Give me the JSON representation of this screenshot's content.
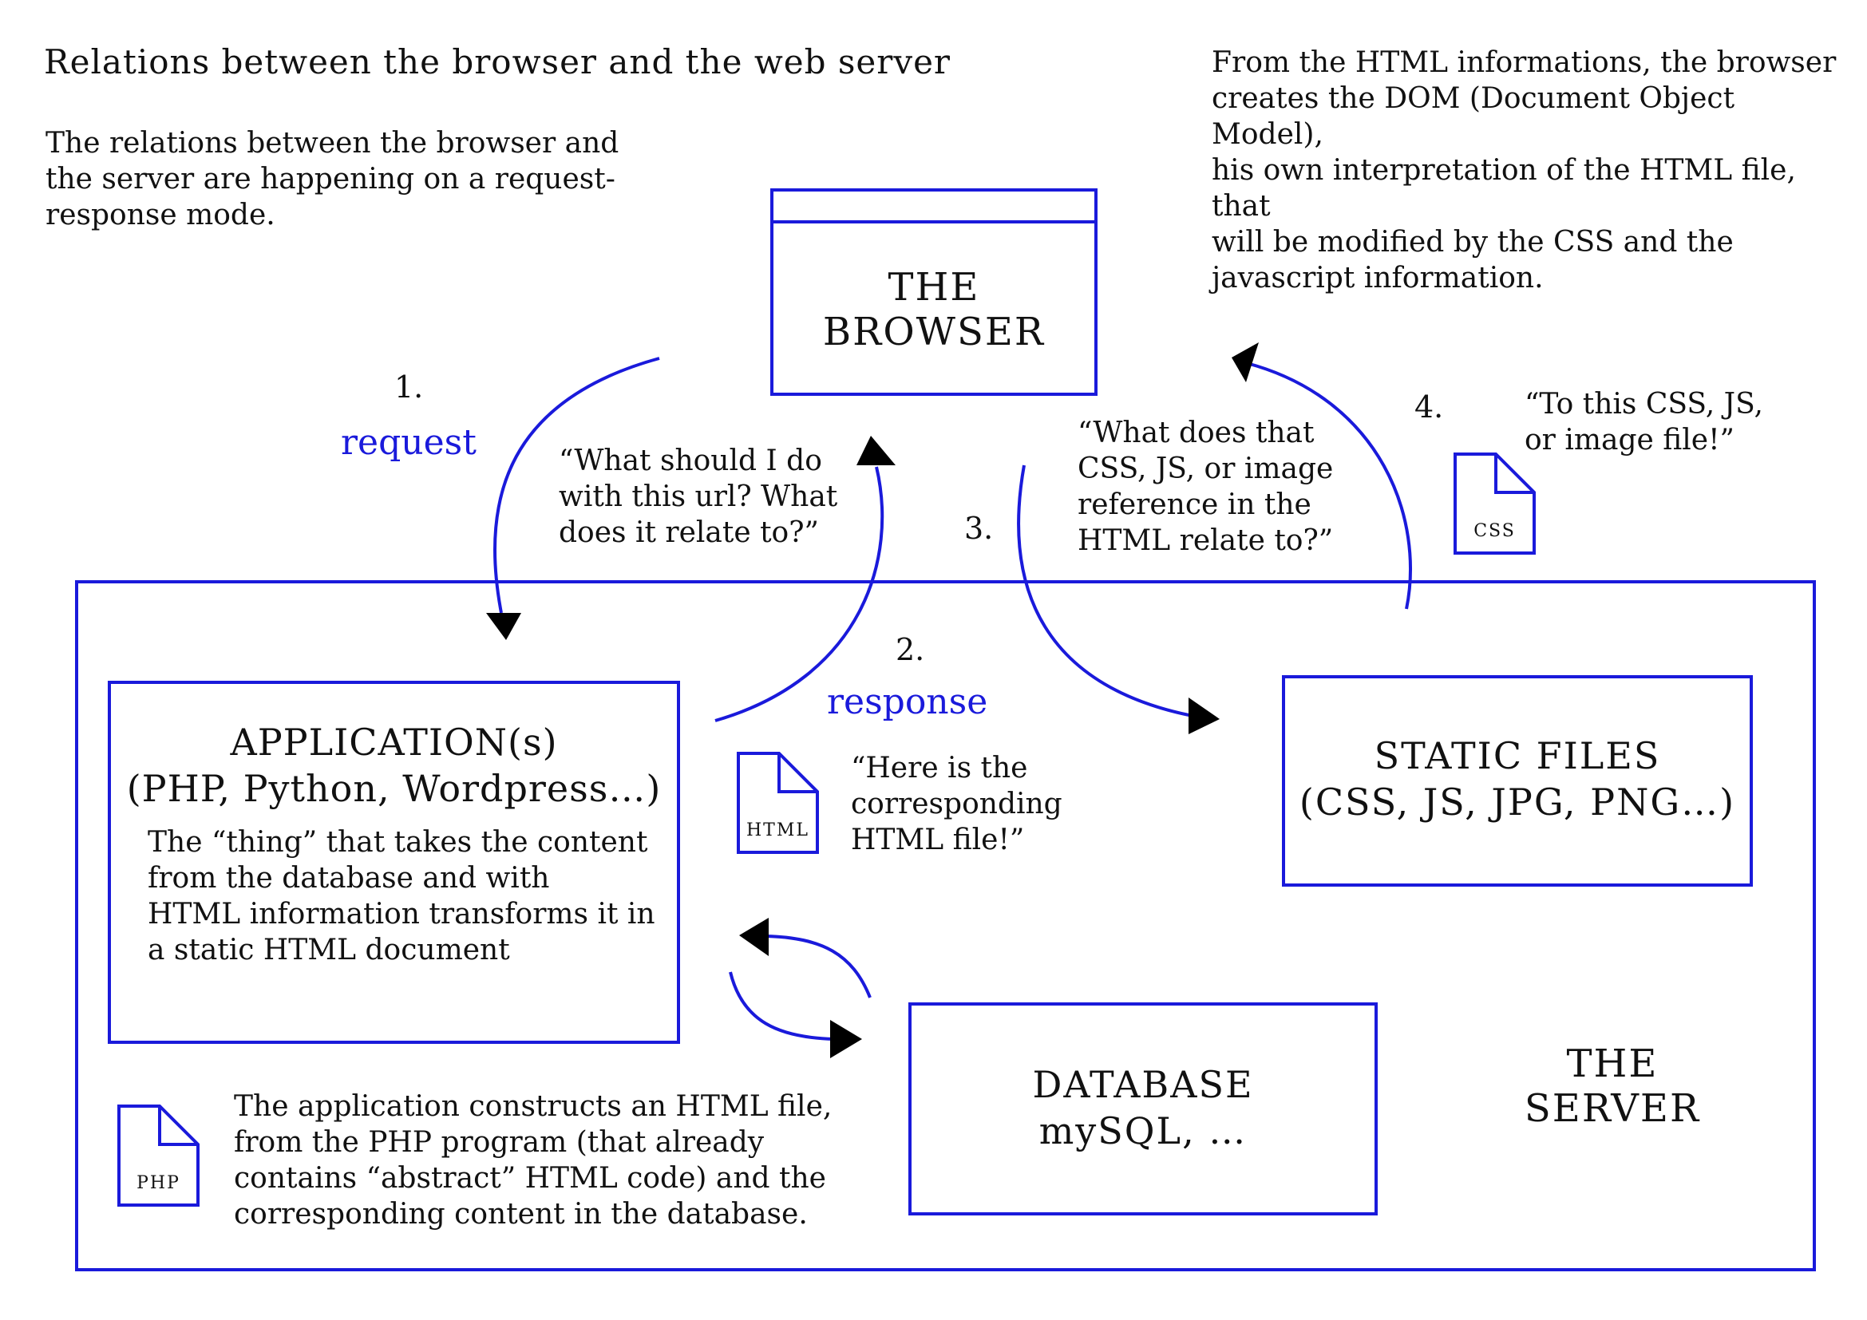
{
  "title": "Relations between the browser and the web server",
  "intro": "The relations between the browser and\nthe server are happening on a request-\nresponse mode.",
  "dom_note": "From the HTML informations, the browser\ncreates the DOM (Document Object Model),\nhis own interpretation of the HTML file, that\nwill be modified by the CSS and the\njavascript information.",
  "browser": {
    "label": "THE\nBROWSER"
  },
  "server": {
    "label": "THE\nSERVER"
  },
  "application": {
    "title": "APPLICATION(s)\n(PHP, Python, Wordpress…)",
    "description": "The “thing” that takes the content\nfrom the database and with\nHTML information transforms it in\na static HTML document"
  },
  "static_files": {
    "title": "STATIC FILES\n(CSS, JS, JPG, PNG…)"
  },
  "database": {
    "title": "DATABASE\nmySQL, …"
  },
  "steps": [
    {
      "number": "1.",
      "label": "request",
      "quote": "“What should I do\nwith this url? What\ndoes it relate to?”"
    },
    {
      "number": "2.",
      "label": "response",
      "quote": "“Here is the\ncorresponding\nHTML file!”"
    },
    {
      "number": "3.",
      "label": "",
      "quote": "“What does that\nCSS, JS, or image\nreference in the\nHTML relate to?”"
    },
    {
      "number": "4.",
      "label": "",
      "quote": "“To this CSS, JS,\nor image file!”"
    }
  ],
  "php_note": "The application constructs an HTML file,\nfrom the PHP program (that already\ncontains “abstract” HTML code) and the\ncorresponding content in the database.",
  "file_icons": {
    "html": "HTML",
    "css": "CSS",
    "php": "PHP"
  },
  "colors": {
    "accent": "#1a1adb",
    "text": "#111111",
    "arrow_head": "#000000"
  }
}
